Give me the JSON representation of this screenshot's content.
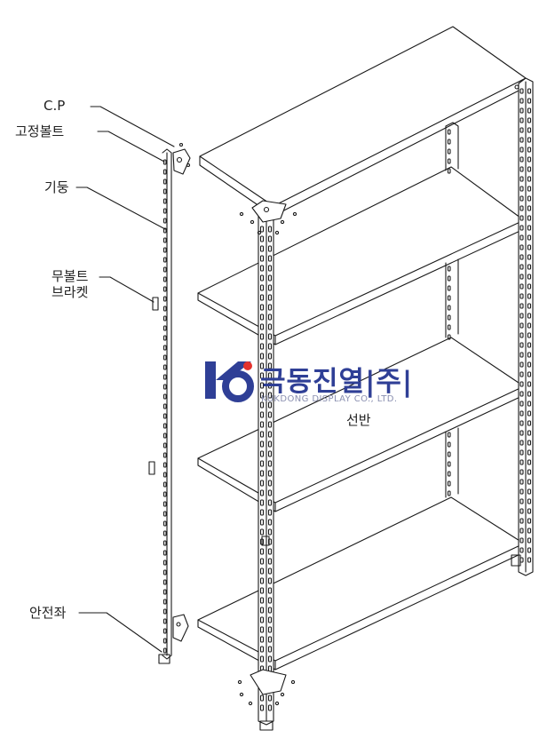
{
  "labels": {
    "cp": "C.P",
    "bolt": "고정볼트",
    "column": "기둥",
    "bracket": "무볼트\n브라켓",
    "foot": "안전좌",
    "shelf": "선반"
  },
  "watermark": {
    "name": "극동진열|주|",
    "english": "KUKDONG DISPLAY CO., LTD.",
    "brand_blue": "#2f3f96",
    "brand_red": "#e5322d"
  }
}
